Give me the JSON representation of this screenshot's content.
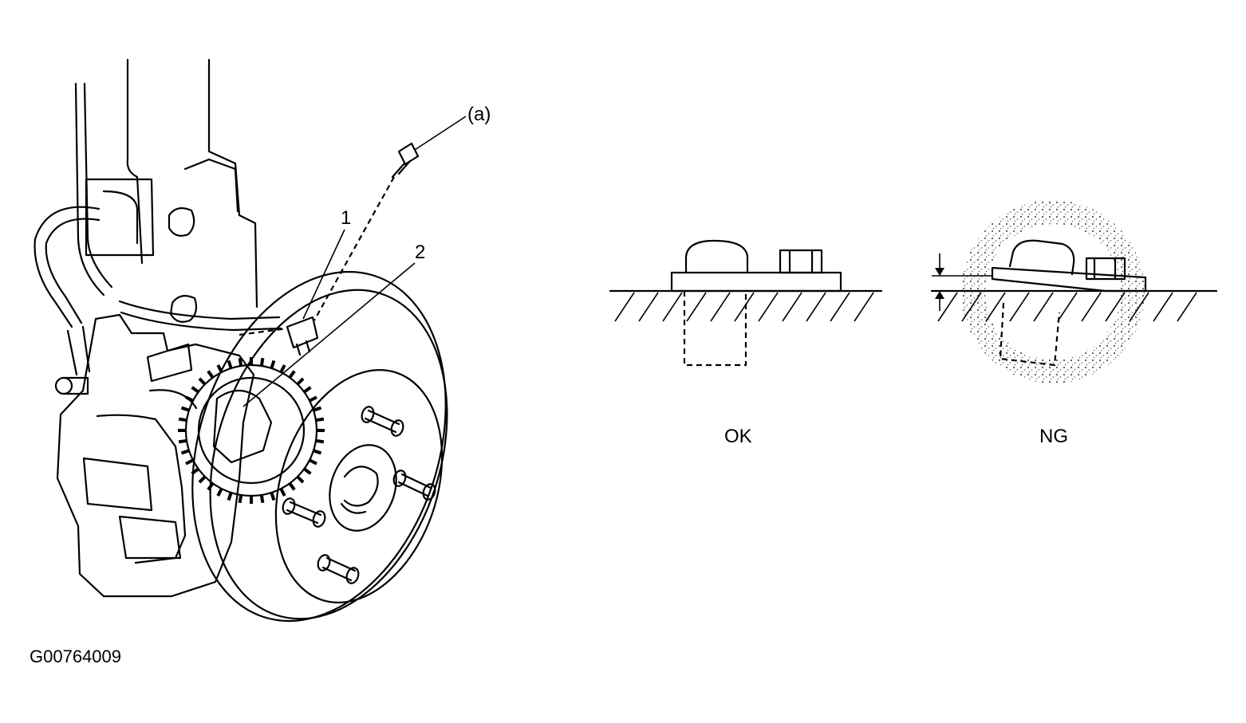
{
  "figure": {
    "figure_code": "G00764009",
    "callouts": {
      "bolt": "(a)",
      "part_1": "1",
      "part_2": "2"
    },
    "states": {
      "ok": "OK",
      "ng": "NG"
    }
  },
  "colors": {
    "ink": "#000000",
    "background": "#ffffff"
  }
}
